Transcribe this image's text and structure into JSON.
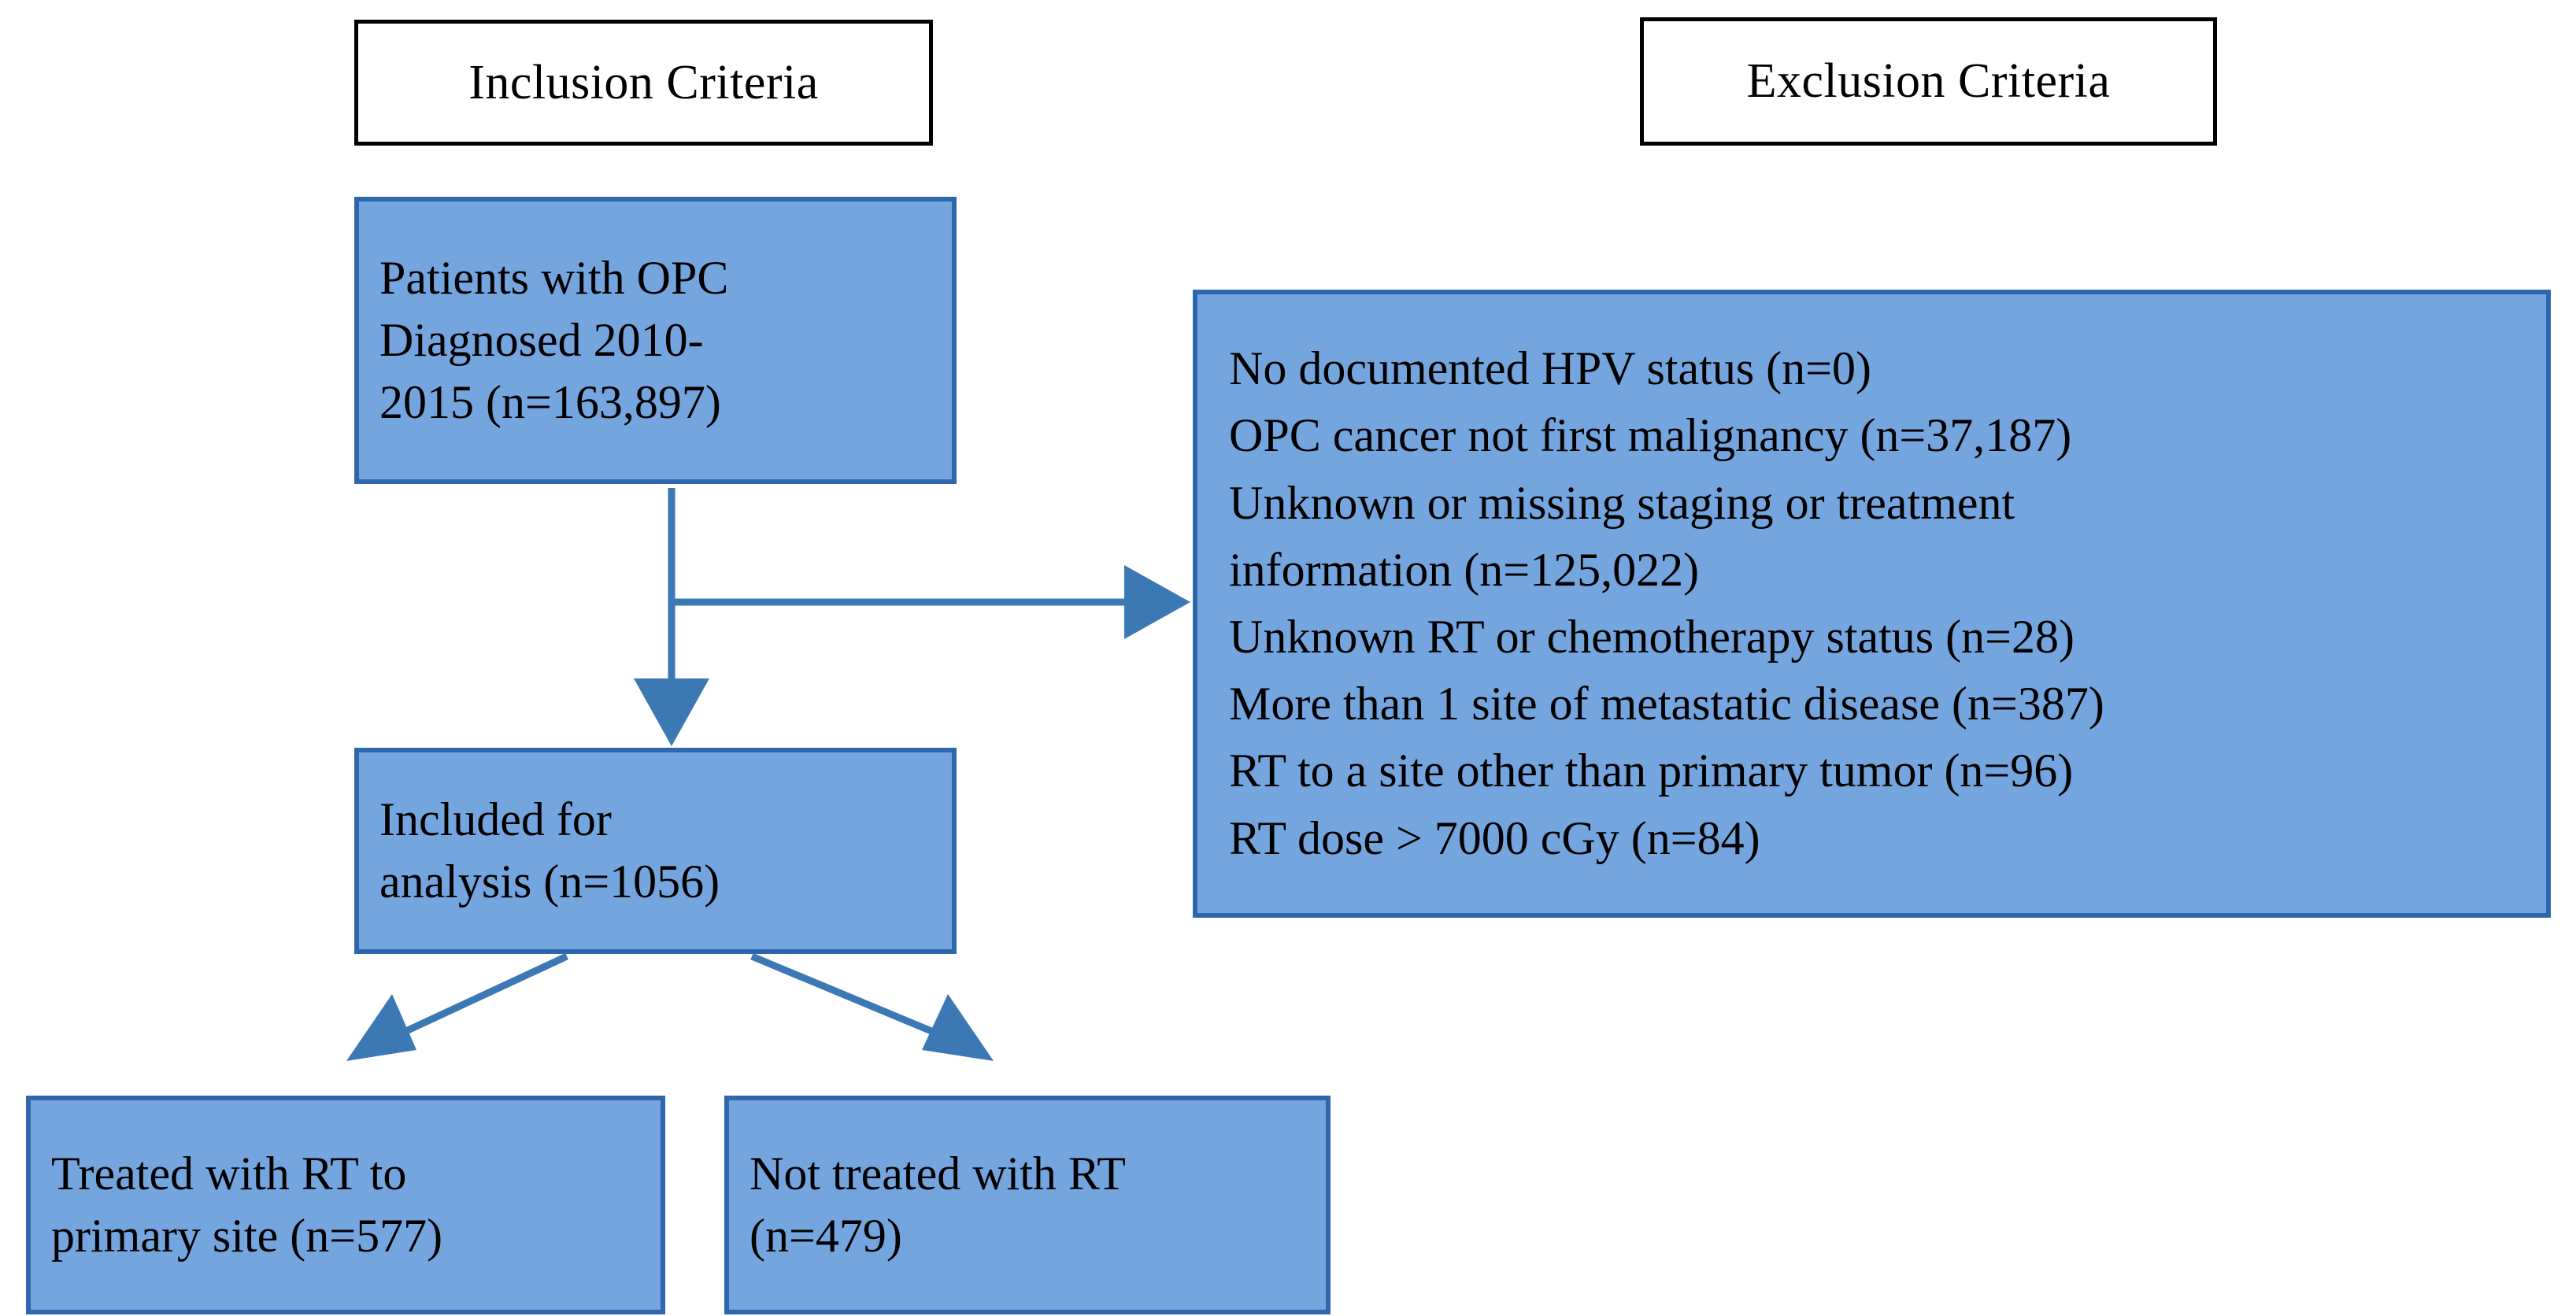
{
  "diagram": {
    "title": "Patient selection flow diagram",
    "colors": {
      "box_fill": "#75A5DE",
      "box_border": "#2E67AE",
      "arrow": "#3C78B4",
      "header_border": "#000000",
      "text": "#000000",
      "background": "#FFFFFF"
    },
    "headers": {
      "inclusion": "Inclusion Criteria",
      "exclusion": "Exclusion Criteria"
    },
    "nodes": {
      "source_cohort": {
        "line1": "Patients with OPC",
        "line2": "Diagnosed 2010-",
        "line3": "2015 (n=163,897)",
        "n": 163897
      },
      "included": {
        "line1": "Included for",
        "line2": "analysis (n=1056)",
        "n": 1056
      },
      "treated_rt": {
        "line1": "Treated with RT to",
        "line2": "primary site (n=577)",
        "n": 577
      },
      "not_treated_rt": {
        "line1": "Not treated with RT",
        "line2": "(n=479)",
        "n": 479
      }
    },
    "exclusions": [
      {
        "label": "No documented HPV status (n=0)",
        "n": 0
      },
      {
        "label": "OPC cancer not first malignancy (n=37,187)",
        "n": 37187
      },
      {
        "label": "Unknown or missing staging or treatment",
        "n": null
      },
      {
        "label": "information (n=125,022)",
        "n": 125022
      },
      {
        "label": "Unknown RT or chemotherapy status (n=28)",
        "n": 28
      },
      {
        "label": "More than 1 site of metastatic disease (n=387)",
        "n": 387
      },
      {
        "label": "RT to a site other than primary tumor (n=96)",
        "n": 96
      },
      {
        "label": "RT dose > 7000 cGy (n=84)",
        "n": 84
      }
    ]
  }
}
